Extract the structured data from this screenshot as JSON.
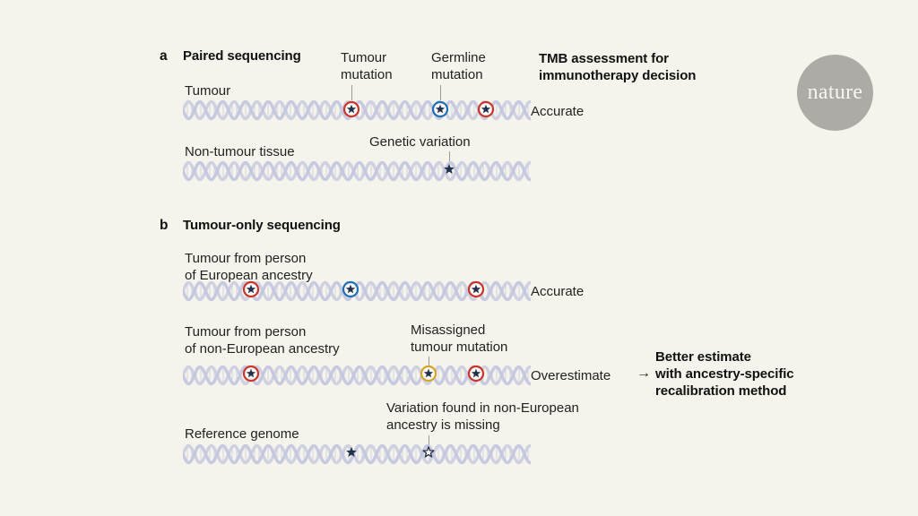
{
  "figure": {
    "background_color": "#F4F3EC",
    "brand": {
      "name": "nature",
      "badge_color": "#ACABA6",
      "text_color": "#F7F6F1"
    }
  },
  "colors": {
    "helix": "#C3C6DE",
    "helix_shadow": "#D7D9E8",
    "star": "#22304A",
    "ring_red": "#C9342B",
    "ring_blue": "#1F6FB5",
    "ring_gold": "#D6A427",
    "leader_line": "#9a9a96",
    "text": "#222222",
    "text_bold": "#111111"
  },
  "panels": [
    {
      "letter": "a",
      "title": "Paired sequencing",
      "headline": "TMB assessment for\nimmunotherapy decision",
      "callouts": [
        {
          "text": "Tumour\nmutation"
        },
        {
          "text": "Germline\nmutation"
        },
        {
          "text": "Genetic variation"
        }
      ],
      "rows": [
        {
          "label": "Tumour",
          "verdict": "Accurate"
        },
        {
          "label": "Non-tumour tissue",
          "verdict": ""
        }
      ]
    },
    {
      "letter": "b",
      "title": "Tumour-only sequencing",
      "conclusion": "Better estimate\nwith ancestry-specific\nrecalibration method",
      "callouts": [
        {
          "text": "Misassigned\ntumour mutation"
        },
        {
          "text": "Variation found in non-European\nancestry is missing"
        }
      ],
      "rows": [
        {
          "label": "Tumour from person\nof European ancestry",
          "verdict": "Accurate"
        },
        {
          "label": "Tumour from person\nof non-European ancestry",
          "verdict": "Overestimate"
        },
        {
          "label": "Reference genome",
          "verdict": ""
        }
      ]
    }
  ],
  "markers": {
    "a_tumour": [
      {
        "type": "ring-red"
      },
      {
        "type": "ring-blue"
      },
      {
        "type": "ring-red"
      }
    ],
    "a_nontumour": [
      {
        "type": "star-filled"
      }
    ],
    "b_european": [
      {
        "type": "ring-red"
      },
      {
        "type": "ring-blue"
      },
      {
        "type": "ring-red"
      }
    ],
    "b_noneuropean": [
      {
        "type": "ring-red"
      },
      {
        "type": "ring-gold"
      },
      {
        "type": "ring-red"
      }
    ],
    "b_reference": [
      {
        "type": "star-filled"
      },
      {
        "type": "star-hollow"
      }
    ]
  },
  "arrow_glyph": "→"
}
